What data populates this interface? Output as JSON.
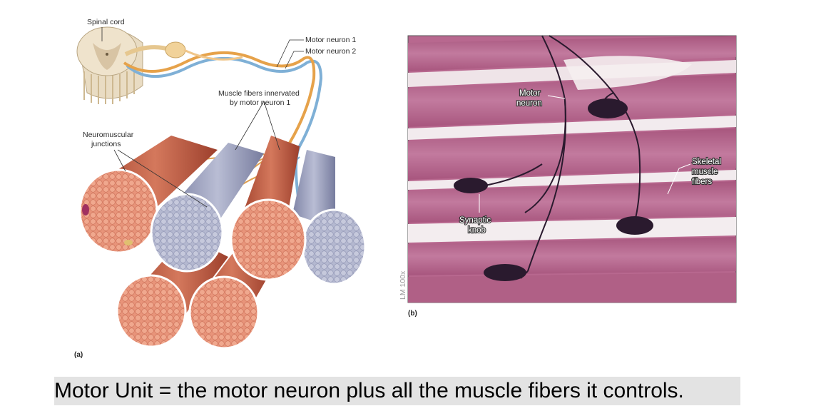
{
  "figure_a": {
    "panel_label": "(a)",
    "labels": {
      "spinal_cord": "Spinal cord",
      "motor_neuron_1": "Motor neuron 1",
      "motor_neuron_2": "Motor neuron 2",
      "muscle_fibers_line1": "Muscle fibers innervated",
      "muscle_fibers_line2": "by motor neuron 1",
      "nmj_line1": "Neuromuscular",
      "nmj_line2": "junctions"
    },
    "colors": {
      "muscle": "#c9684f",
      "muscle_dark": "#a44a35",
      "fiber_blue": "#a9aec8",
      "neuron_orange": "#e6a24a",
      "neuron_blue": "#7fb0d6",
      "cord_tan": "#e7d8c0"
    }
  },
  "figure_b": {
    "panel_label": "(b)",
    "scale_label": "LM 100x",
    "labels": {
      "motor_neuron_line1": "Motor",
      "motor_neuron_line2": "neuron",
      "skeletal_line1": "Skeletal",
      "skeletal_line2": "muscle",
      "skeletal_line3": "fibers",
      "synaptic_line1": "Synaptic",
      "synaptic_line2": "knob"
    },
    "colors": {
      "tissue": "#b8688f",
      "tissue_light": "#d9a7c0",
      "gap": "#f3ecee",
      "nerve": "#2a1a2e"
    }
  },
  "caption": {
    "bold_term": "Motor Unit",
    "rest": " = the motor neuron plus all the muscle fibers it controls."
  }
}
